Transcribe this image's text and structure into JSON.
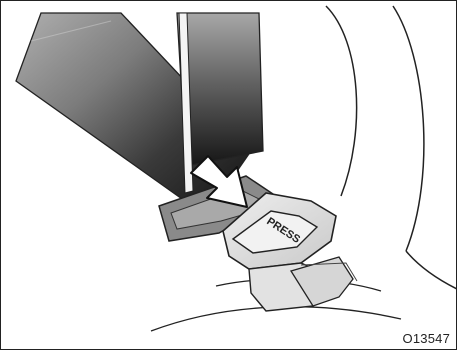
{
  "illustration": {
    "subject": "seat-belt-buckle",
    "buckle_text": "PRESS",
    "figure_code": "O13547",
    "colors": {
      "belt_light": "#9a9a9a",
      "belt_dark": "#1a1a1a",
      "tongue_gray": "#8a8a8a",
      "line": "#222222"
    }
  }
}
